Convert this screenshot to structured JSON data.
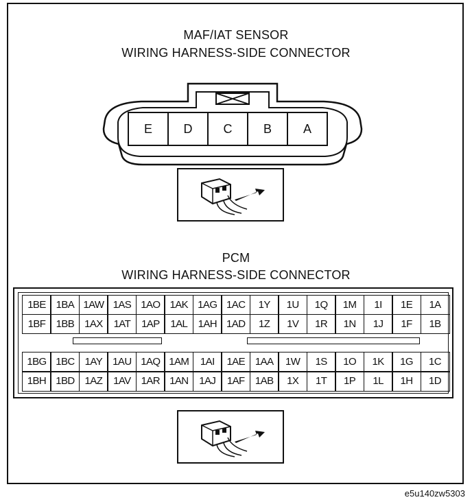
{
  "maf": {
    "title_line1": "MAF/IAT SENSOR",
    "title_line2": "WIRING HARNESS-SIDE CONNECTOR",
    "pins": [
      "E",
      "D",
      "C",
      "B",
      "A"
    ]
  },
  "pcm": {
    "title_line1": "PCM",
    "title_line2": "WIRING HARNESS-SIDE CONNECTOR",
    "upper_rows": [
      [
        "1BE",
        "1BA",
        "1AW",
        "1AS",
        "1AO",
        "1AK",
        "1AG",
        "1AC",
        "1Y",
        "1U",
        "1Q",
        "1M",
        "1I",
        "1E",
        "1A"
      ],
      [
        "1BF",
        "1BB",
        "1AX",
        "1AT",
        "1AP",
        "1AL",
        "1AH",
        "1AD",
        "1Z",
        "1V",
        "1R",
        "1N",
        "1J",
        "1F",
        "1B"
      ]
    ],
    "lower_rows": [
      [
        "1BG",
        "1BC",
        "1AY",
        "1AU",
        "1AQ",
        "1AM",
        "1AI",
        "1AE",
        "1AA",
        "1W",
        "1S",
        "1O",
        "1K",
        "1G",
        "1C"
      ],
      [
        "1BH",
        "1BD",
        "1AZ",
        "1AV",
        "1AR",
        "1AN",
        "1AJ",
        "1AF",
        "1AB",
        "1X",
        "1T",
        "1P",
        "1L",
        "1H",
        "1D"
      ]
    ]
  },
  "image_code": "e5u140zw5303"
}
